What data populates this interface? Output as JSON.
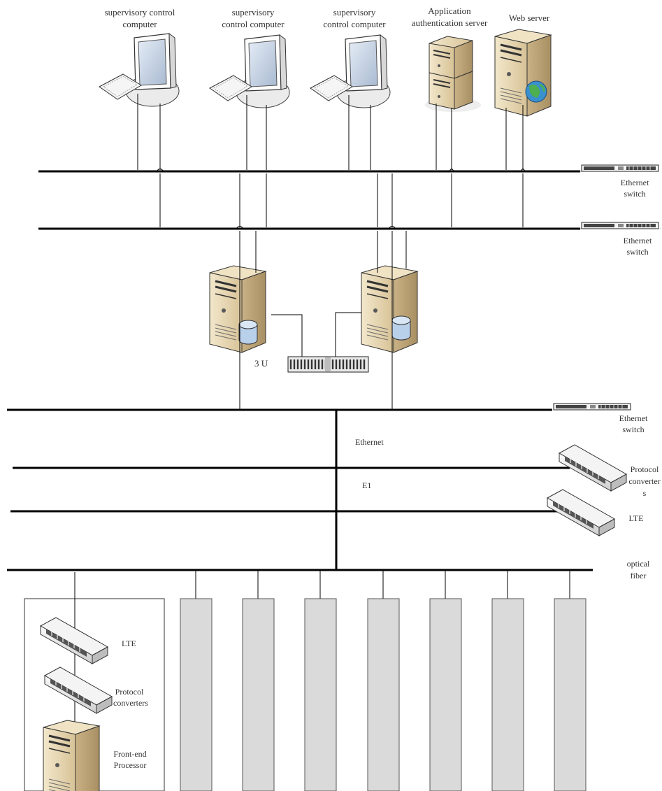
{
  "nodes": {
    "scc1": [
      "supervisory control",
      "computer"
    ],
    "scc2": [
      "supervisory",
      "control computer"
    ],
    "scc3": [
      "supervisory",
      "control computer"
    ],
    "auth": [
      "Application",
      "authentication server"
    ],
    "web": [
      "Web server"
    ]
  },
  "switches": {
    "sw1": [
      "Ethernet",
      "switch"
    ],
    "sw2": [
      "Ethernet",
      "switch"
    ],
    "sw3": [
      "Ethernet",
      "switch"
    ]
  },
  "storage_label": "3 U",
  "buses": {
    "ethernet": "Ethernet",
    "e1": "E1",
    "lte": "LTE",
    "optical": [
      "optical",
      "fiber"
    ]
  },
  "right_devices": {
    "protocol": [
      "Protocol",
      "converter",
      "s"
    ]
  },
  "station": {
    "lte": "LTE",
    "protocol": [
      "Protocol",
      "converters"
    ],
    "fep": [
      "Front-end",
      "Processor"
    ]
  },
  "colors": {
    "line": "#000000",
    "server_body": "#e6d6b0",
    "server_side": "#b8a27a",
    "panel_fill": "#d9d9d9",
    "monitor_screen": "#c6d2e2",
    "disk": "#b4cce6",
    "globe": "#3a8fcf"
  }
}
